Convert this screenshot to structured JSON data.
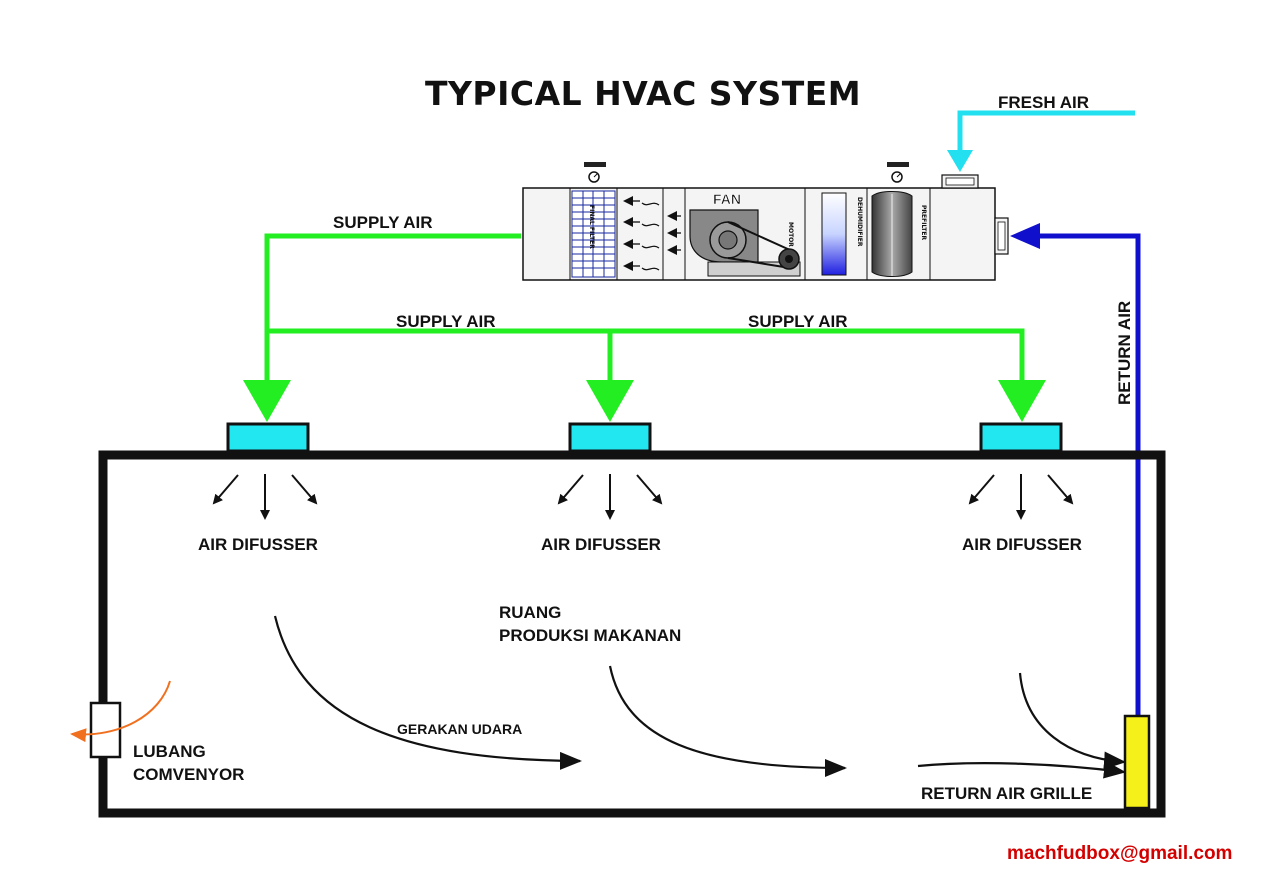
{
  "title": "TYPICAL HVAC SYSTEM",
  "labels": {
    "fresh_air": "FRESH AIR",
    "supply_air_main": "SUPPLY AIR",
    "supply_air_left": "SUPPLY AIR",
    "supply_air_right": "SUPPLY AIR",
    "return_air": "RETURN AIR",
    "diffuser_1": "AIR DIFUSSER",
    "diffuser_2": "AIR DIFUSSER",
    "diffuser_3": "AIR DIFUSSER",
    "room_line1": "RUANG",
    "room_line2": "PRODUKSI MAKANAN",
    "air_movement": "GERAKAN UDARA",
    "conveyor_line1": "LUBANG",
    "conveyor_line2": "COMVENYOR",
    "return_grille": "RETURN AIR GRILLE",
    "email": "machfudbox@gmail.com"
  },
  "ahu": {
    "final_filter": "FINAL FILTER",
    "fan": "FAN",
    "motor": "MOTOR",
    "dehumidifier": "DEHUMIDIFIER",
    "prefilter": "PREFILTER"
  },
  "colors": {
    "supply": "#22ee22",
    "fresh": "#22e0f0",
    "return": "#1010cc",
    "diffuser": "#22e6f0",
    "grille": "#f5f01a",
    "conveyor_flow": "#f07020",
    "email": "#d40000"
  }
}
